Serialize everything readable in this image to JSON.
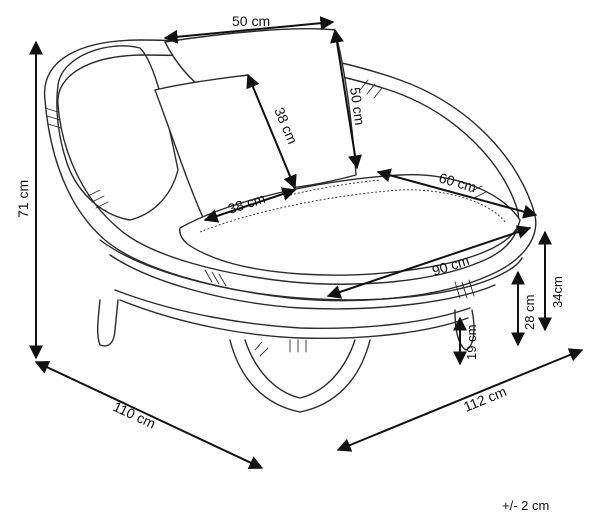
{
  "dimensions": {
    "pillow_width": "50 cm",
    "pillow_height": "50 cm",
    "cushion_height": "38 cm",
    "cushion_width": "38 cm",
    "seat_depth": "60 cm",
    "seat_width": "90 cm",
    "total_height": "71 cm",
    "depth": "110 cm",
    "width": "112 cm",
    "arm_height": "34cm",
    "seat_height": "28 cm",
    "leg_height": "19 cm"
  },
  "tolerance": "+/- 2 cm"
}
